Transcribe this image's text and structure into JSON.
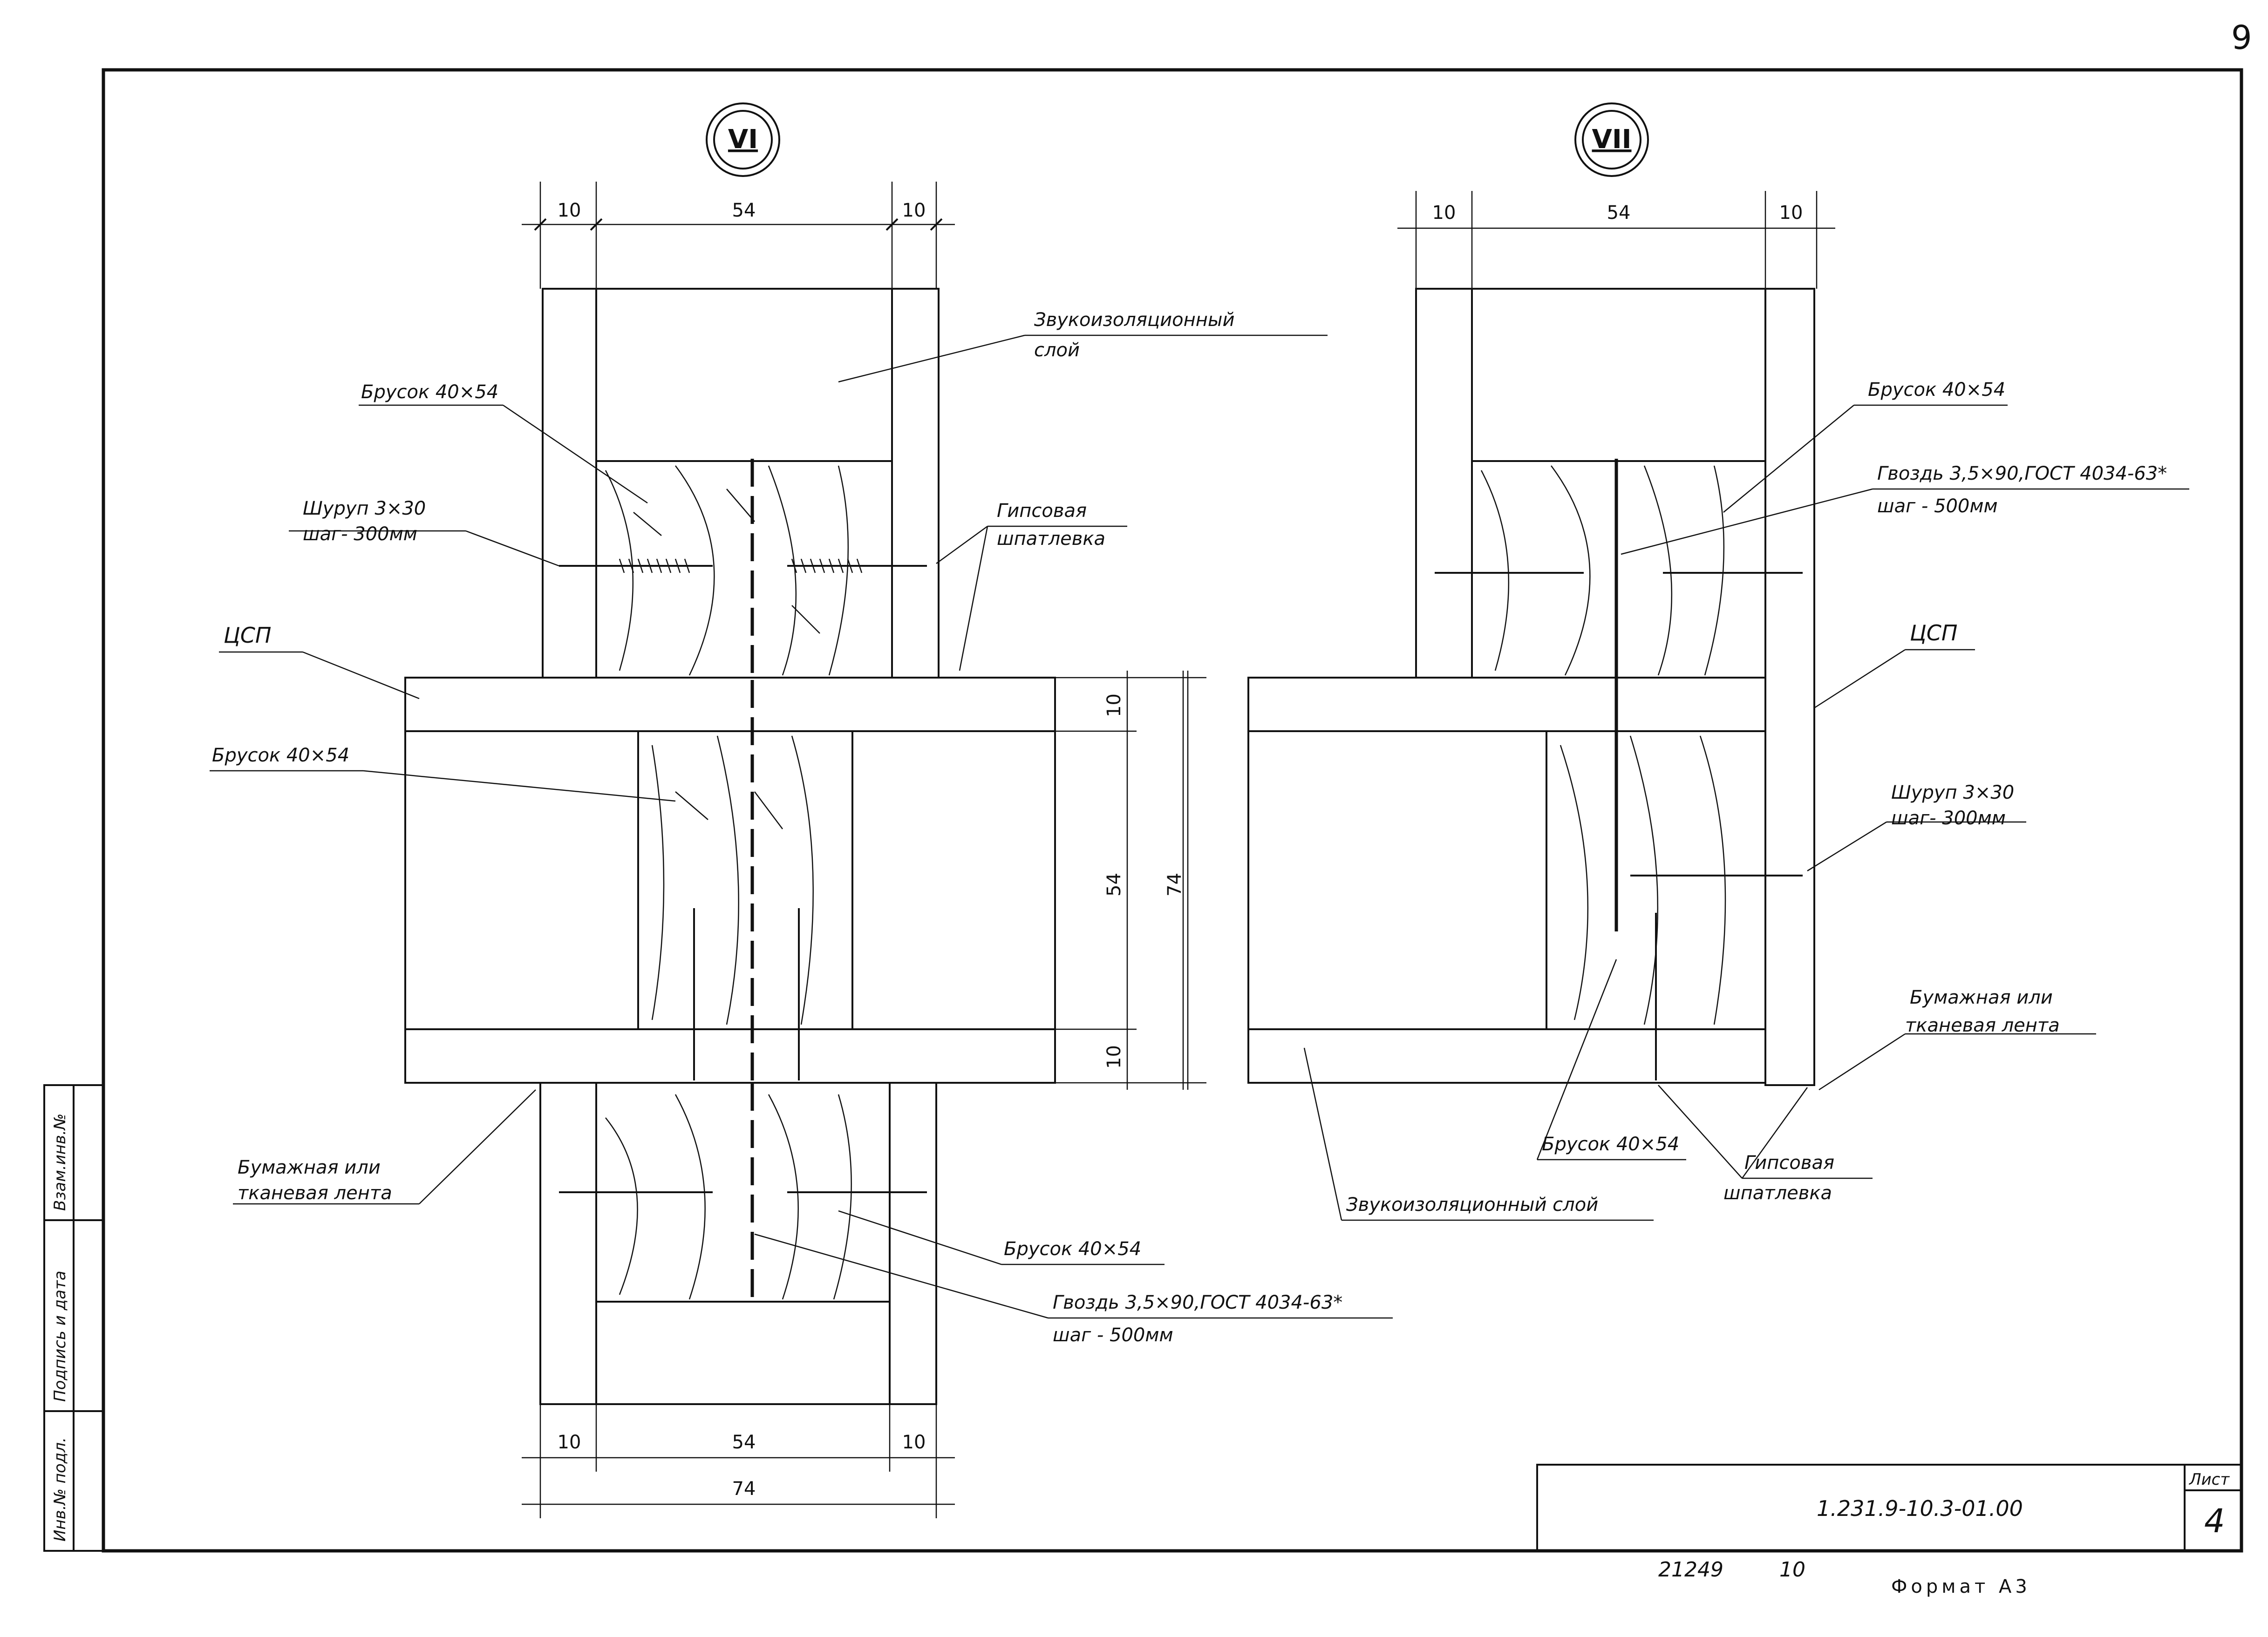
{
  "page": {
    "number": "9"
  },
  "sections": {
    "left": {
      "mark": "VI"
    },
    "right": {
      "mark": "VII"
    }
  },
  "dimensions": {
    "board": "10",
    "stud": "54",
    "total": "74"
  },
  "labels": {
    "sound_layer": "Звукоизоляционный слой",
    "sound_layer_line1": "Звукоизоляционный",
    "sound_layer_line2": "слой",
    "bar": "Брусок 40×54",
    "screw_line1": "Шуруп 3×30",
    "screw_line2": "шаг- 300мм",
    "gypsum_line1": "Гипсовая",
    "gypsum_line2": "шпатлевка",
    "csp": "ЦСП",
    "tape_line1": "Бумажная или",
    "tape_line2": "тканевая лента",
    "nail_line1": "Гвоздь 3,5×90,ГОСТ 4034-63*",
    "nail_line2": "шаг - 500мм"
  },
  "stamp": {
    "sheet_label": "Лист",
    "sheet_number": "4",
    "document_code": "1.231.9-10.3-01.00",
    "side_fields": [
      "Инв.№ подл.",
      "Подпись и дата",
      "Взам.инв.№"
    ]
  },
  "footer": {
    "archive_number": "21249",
    "copy": "10",
    "format": "Формат А3"
  }
}
